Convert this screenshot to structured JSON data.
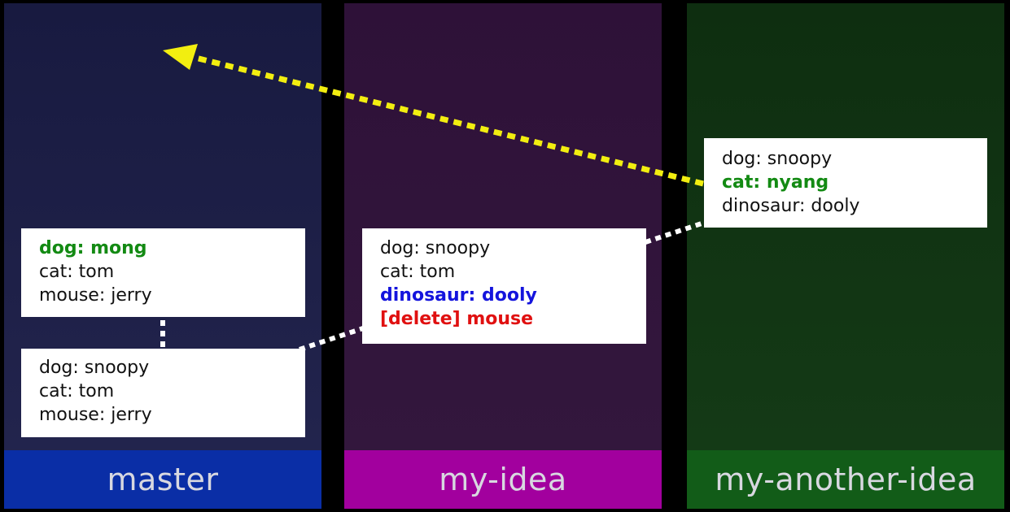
{
  "colors": {
    "master_bg_top": "#181a40",
    "master_bg_bottom": "#22244d",
    "master_label": "#0a2ea6",
    "idea_bg_top": "#2e1138",
    "idea_bg_bottom": "#33173d",
    "idea_label": "#a2009e",
    "another_bg_top": "#0e2e10",
    "another_bg_bottom": "#143a16",
    "another_label": "#125c18",
    "green_text": "#138a13",
    "blue_text": "#1414dd",
    "red_text": "#e01010",
    "arrow_yellow": "#f2ee10"
  },
  "lanes": [
    {
      "label": "master"
    },
    {
      "label": "my-idea"
    },
    {
      "label": "my-another-idea"
    }
  ],
  "cards": {
    "master_top": [
      {
        "text": "dog: mong",
        "style": "green-bold"
      },
      {
        "text": "cat: tom",
        "style": "normal"
      },
      {
        "text": "mouse: jerry",
        "style": "normal"
      }
    ],
    "master_bottom": [
      {
        "text": "dog: snoopy",
        "style": "normal"
      },
      {
        "text": "cat: tom",
        "style": "normal"
      },
      {
        "text": "mouse: jerry",
        "style": "normal"
      }
    ],
    "idea": [
      {
        "text": "dog: snoopy",
        "style": "normal"
      },
      {
        "text": "cat: tom",
        "style": "normal"
      },
      {
        "text": "dinosaur: dooly",
        "style": "blue-bold"
      },
      {
        "text": "[delete] mouse",
        "style": "red-bold"
      }
    ],
    "another": [
      {
        "text": "dog: snoopy",
        "style": "normal"
      },
      {
        "text": "cat: nyang",
        "style": "green-bold"
      },
      {
        "text": "dinosaur: dooly",
        "style": "normal"
      }
    ]
  }
}
